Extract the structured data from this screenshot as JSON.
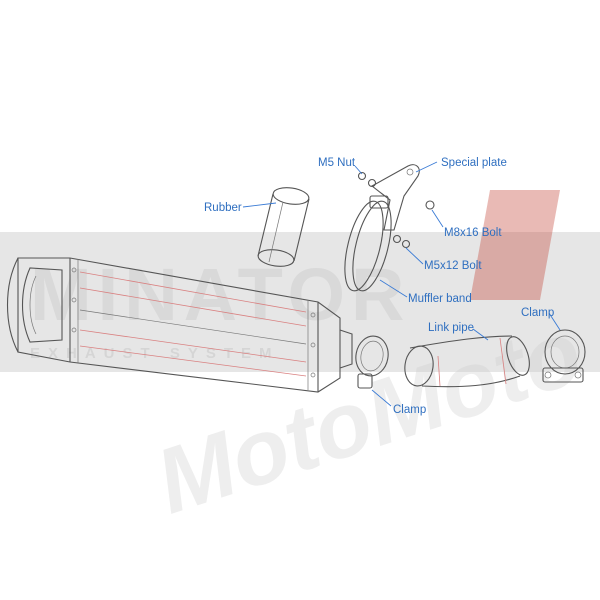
{
  "watermark": {
    "brand_text": "MINATOR",
    "sub_text": "EXHAUST SYSTEM",
    "script_text": "MotoMoto",
    "background_color": "#e6e6e6",
    "accent_color": "#c0392b"
  },
  "labels": {
    "m5_nut": "M5 Nut",
    "special_plate": "Special plate",
    "rubber": "Rubber",
    "m8x16_bolt": "M8x16 Bolt",
    "m5x12_bolt": "M5x12 Bolt",
    "muffler_band": "Muffler band",
    "link_pipe": "Link pipe",
    "clamp_right": "Clamp",
    "clamp_bottom": "Clamp"
  },
  "colors": {
    "label": "#2f6fc0",
    "leader": "#3a7bd5",
    "outline": "#555555",
    "pinstripe": "#d98080"
  }
}
